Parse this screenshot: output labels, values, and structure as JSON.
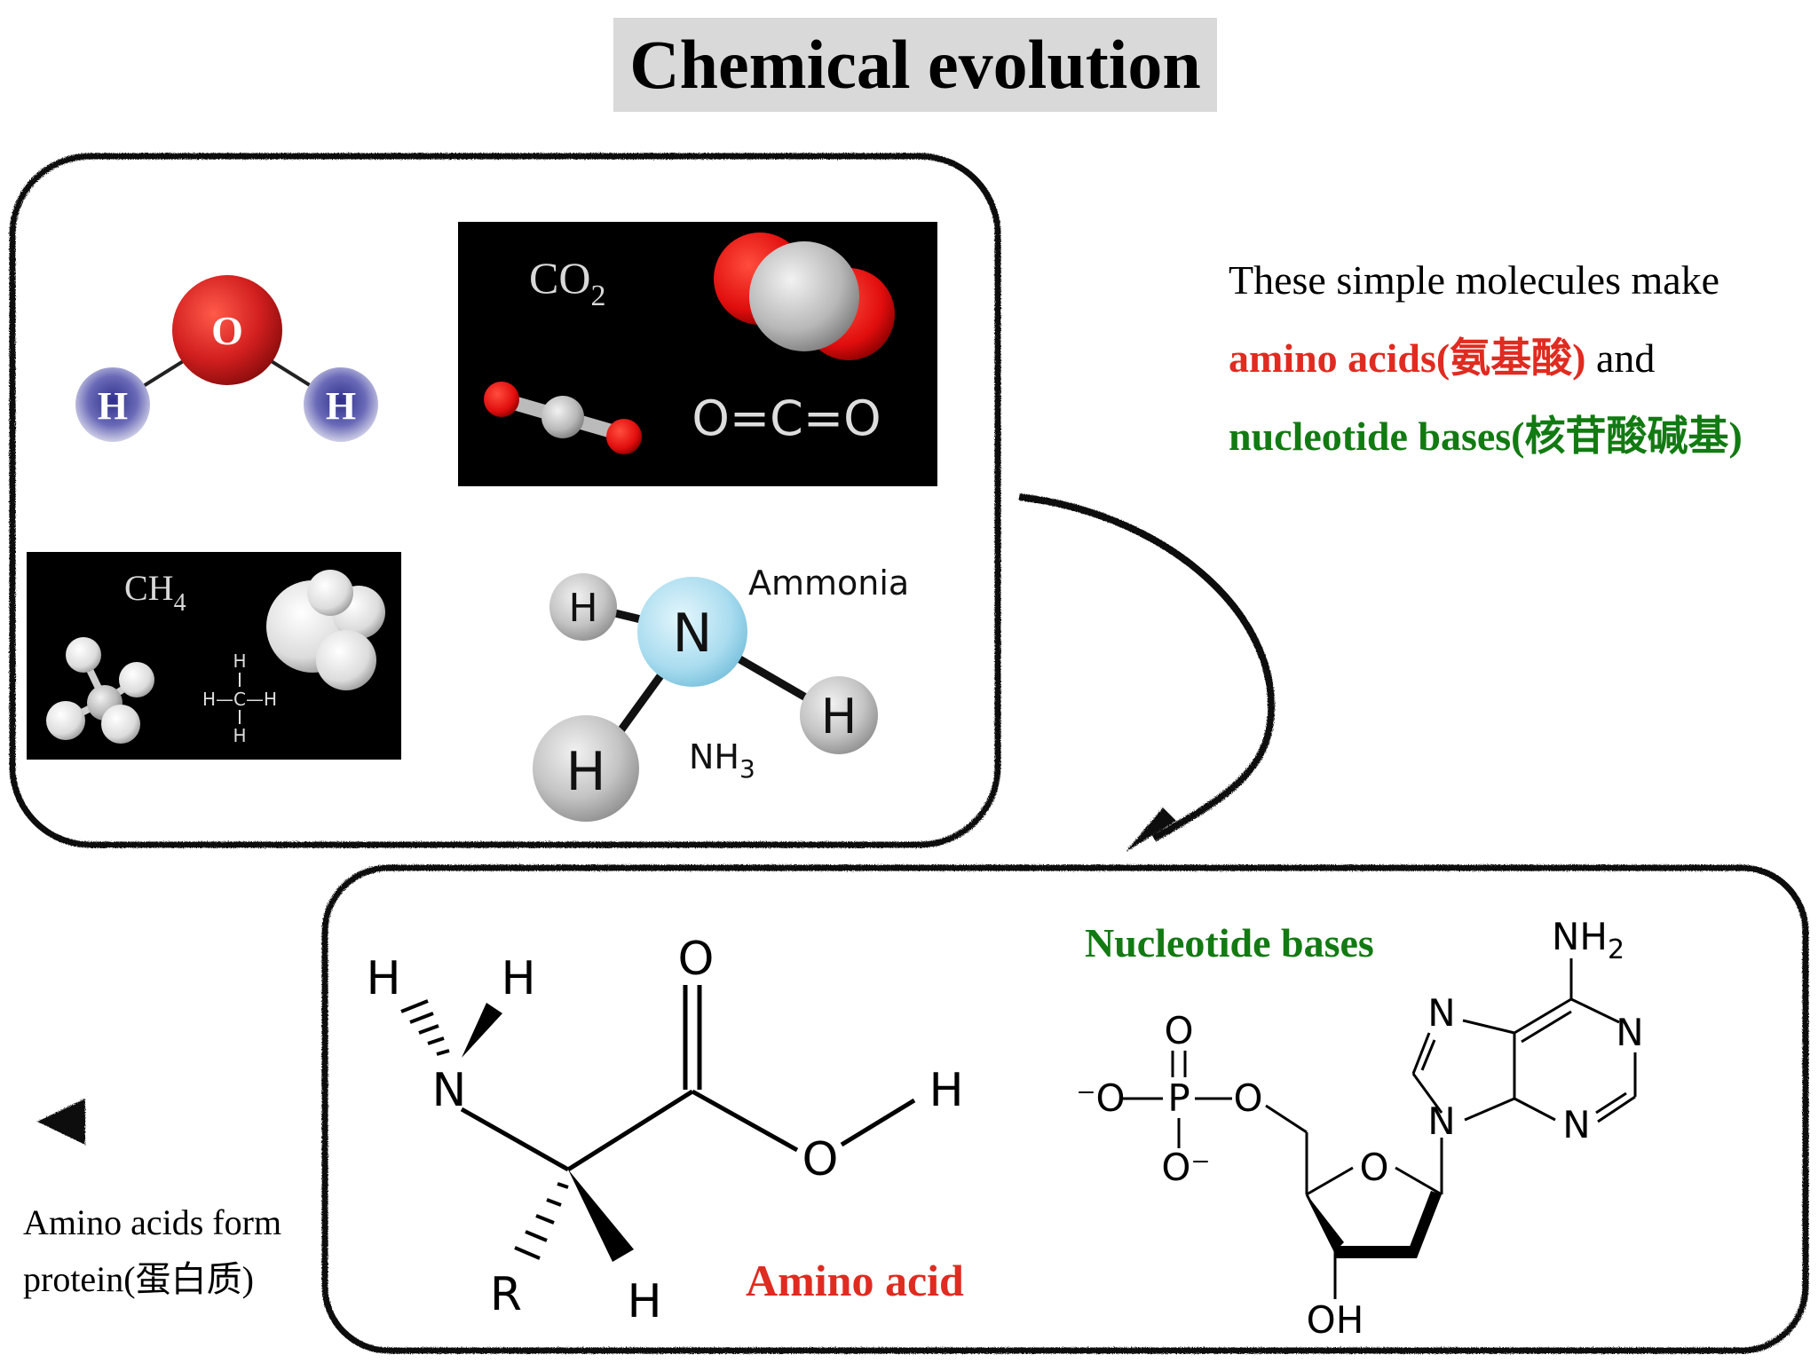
{
  "title": "Chemical evolution",
  "description": {
    "line1": "These simple molecules make",
    "amino_acids": "amino acids(氨基酸)",
    "and": " and",
    "nucleotide_bases": "nucleotide bases(核苷酸碱基)"
  },
  "molecules": {
    "water": {
      "oxygen": "O",
      "hydrogen": "H"
    },
    "co2": {
      "formula_main": "CO",
      "formula_sub": "2",
      "structure": "O=C=O"
    },
    "methane": {
      "formula_main": "CH",
      "formula_sub": "4",
      "structure_top": "H",
      "structure_mid": "H—C—H",
      "structure_bottom": "H"
    },
    "ammonia": {
      "name": "Ammonia",
      "nitrogen": "N",
      "hydrogen": "H",
      "formula_main": "NH",
      "formula_sub": "3"
    }
  },
  "amino_acid": {
    "label": "Amino acid",
    "atoms": {
      "N": "N",
      "O": "O",
      "H": "H",
      "R": "R"
    }
  },
  "nucleotide": {
    "label": "Nucleotide bases",
    "nh2": "NH",
    "nh2_sub": "2",
    "atoms": {
      "N": "N",
      "O": "O",
      "P": "P",
      "OH": "OH",
      "o_minus": "O⁻",
      "minus_o": "⁻O"
    }
  },
  "caption": {
    "line1": "Amino acids form",
    "line2": "protein(蛋白质)"
  },
  "colors": {
    "title_bg": "#d9d9d9",
    "red": "#e02b20",
    "green": "#127a12",
    "oxygen": "#d21f1f",
    "hydrogen_blue": "#4a4aa0",
    "ammonia_n": "#a9dcef",
    "atom_grey": "#b5b5b5",
    "panel_black": "#000000"
  }
}
